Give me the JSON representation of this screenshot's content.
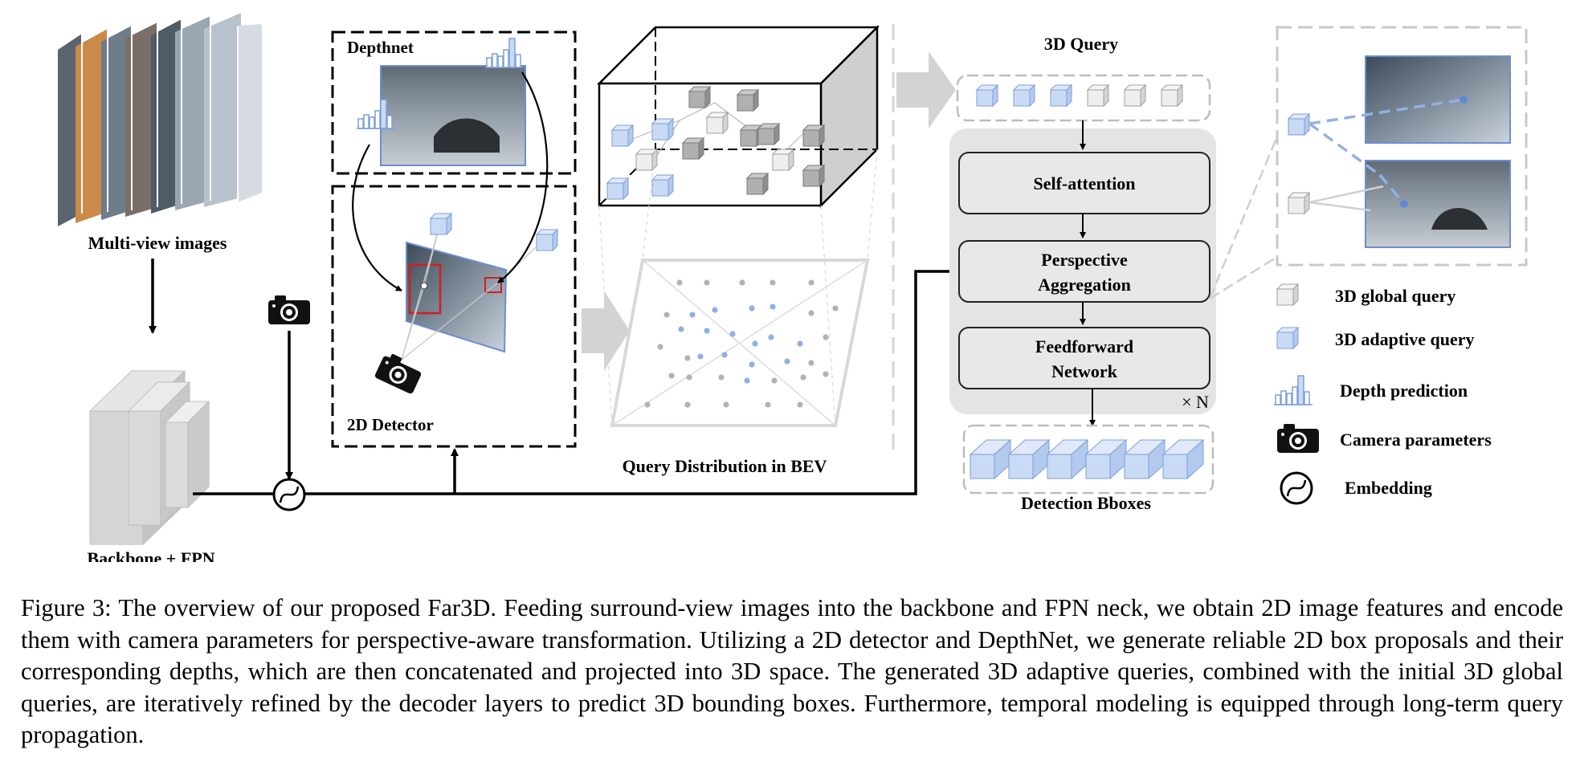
{
  "figure": {
    "labels": {
      "multiview": "Multi-view images",
      "backbone": "Backbone + FPN",
      "depthnet": "Depthnet",
      "detector": "2D Detector",
      "bev": "Query Distribution in BEV",
      "query3d": "3D Query",
      "self_attention": "Self-attention",
      "perspective_line1": "Perspective",
      "perspective_line2": "Aggregation",
      "ffn_line1": "Feedforward",
      "ffn_line2": "Network",
      "repeat": "× N",
      "bboxes": "Detection Bboxes"
    },
    "legend": [
      {
        "icon": "global-query-cube-icon",
        "label": "3D global query"
      },
      {
        "icon": "adaptive-query-cube-icon",
        "label": "3D adaptive query"
      },
      {
        "icon": "depth-histogram-icon",
        "label": "Depth prediction"
      },
      {
        "icon": "camera-icon",
        "label": "Camera parameters"
      },
      {
        "icon": "embedding-circle-icon",
        "label": "Embedding"
      }
    ],
    "colors": {
      "adaptive_query": "#c9daf5",
      "global_query": "#eeeeee",
      "block_fill": "#e8e8e8",
      "decoder_bg": "#e4e4e4",
      "highlight": "#d21f1f",
      "bev_dot_blue": "#8fb0e6",
      "bev_dot_gray": "#b2b2b2"
    }
  },
  "caption": "Figure 3: The overview of our proposed Far3D. Feeding surround-view images into the backbone and FPN neck, we obtain 2D image features and encode them with camera parameters for perspective-aware transformation. Utilizing a 2D detector and DepthNet, we generate reliable 2D box proposals and their corresponding depths, which are then concatenated and projected into 3D space. The generated 3D adaptive queries, combined with the initial 3D global queries, are iteratively refined by the decoder layers to predict 3D bounding boxes. Furthermore, temporal modeling is equipped through long-term query propagation."
}
